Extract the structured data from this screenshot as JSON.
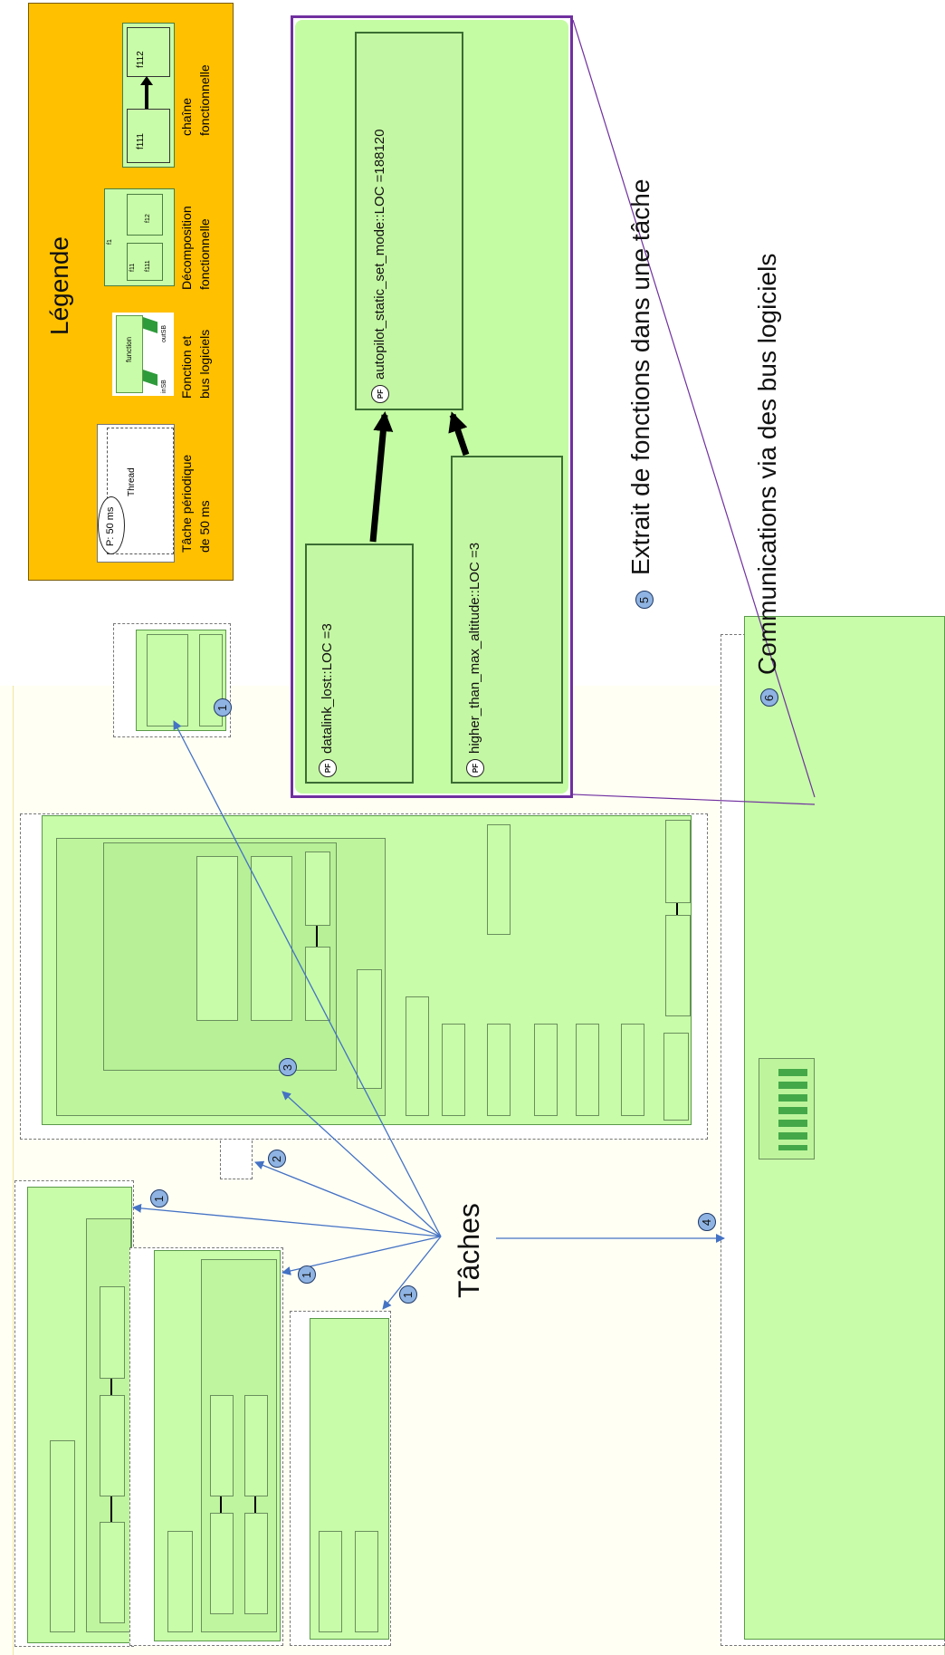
{
  "legend": {
    "title": "Légende",
    "items": [
      {
        "label_line1": "Tâche périodique",
        "label_line2": "de 50 ms",
        "sample_period": "P: 50 ms",
        "sample_thread": "Thread"
      },
      {
        "label_line1": "Fonction et",
        "label_line2": "bus logiciels",
        "sample_function": "function",
        "sample_in": "inSB",
        "sample_out": "outSB"
      },
      {
        "label_line1": "Décomposition",
        "label_line2": "fonctionnelle",
        "sample_parent": "f1",
        "sample_child1": "f11",
        "sample_child2": "f12",
        "sample_inner": "f111"
      },
      {
        "label_line1": "chaîne",
        "label_line2": "fonctionnelle",
        "sample_f1": "f111",
        "sample_f2": "f112"
      }
    ]
  },
  "extract": {
    "functions": [
      {
        "badge": "PF",
        "name": "autopilot_static_set_mode::LOC =188120"
      },
      {
        "badge": "PF",
        "name": "datalink_lost::LOC =3"
      },
      {
        "badge": "PF",
        "name": "higher_than_max_altitude::LOC =3"
      }
    ]
  },
  "annotations": {
    "extract_caption": "Extrait  de fonctions dans une tâche",
    "extract_number": "5",
    "comm_caption": "Communications via des bus logiciels",
    "comm_number": "6",
    "tasks_label": "Tâches",
    "markers": [
      "1",
      "1",
      "1",
      "1",
      "2",
      "3",
      "4"
    ]
  },
  "colors": {
    "legend_bg": "#ffc000",
    "diagram_green": "#c8fca8",
    "extract_border": "#7030a0",
    "arrow_blue": "#4472c4",
    "marker_fill": "#8fb4e3"
  }
}
